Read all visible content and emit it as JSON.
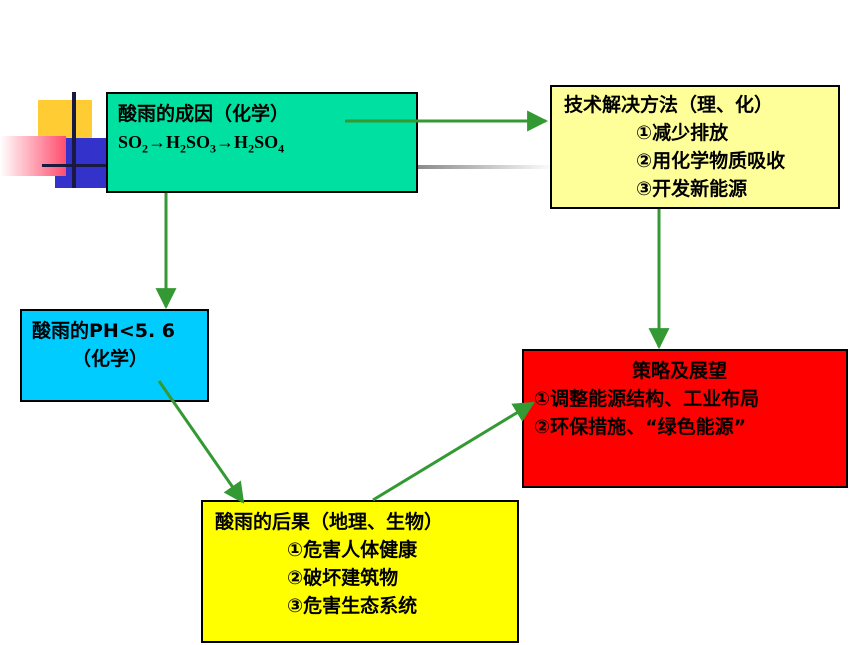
{
  "nodes": {
    "cause": {
      "title": "酸雨的成因（化学）",
      "formula": {
        "s1": "SO",
        "n1": "2",
        "a1": "→",
        "s2": "H",
        "n2": "2",
        "s3": "SO",
        "n3": "3",
        "a2": "→",
        "s4": "H",
        "n4": "2",
        "s5": "SO",
        "n5": "4"
      }
    },
    "tech": {
      "title": "技术解决方法（理、化）",
      "items": [
        "①减少排放",
        "②用化学物质吸收",
        "③开发新能源"
      ]
    },
    "ph": {
      "line1": "酸雨的PH<5. 6",
      "line2": "（化学）"
    },
    "strategy": {
      "title": "策略及展望",
      "items": [
        "①调整能源结构、工业布局",
        "②环保措施、“绿色能源”"
      ]
    },
    "effects": {
      "title": "酸雨的后果（地理、生物）",
      "items": [
        "①危害人体健康",
        "②破坏建筑物",
        "③危害生态系统"
      ]
    }
  },
  "colors": {
    "cause": "#00e0a0",
    "tech": "#ffff99",
    "ph": "#00ccff",
    "strategy": "#ff0000",
    "effects": "#ffff00",
    "arrow": "#339933"
  }
}
